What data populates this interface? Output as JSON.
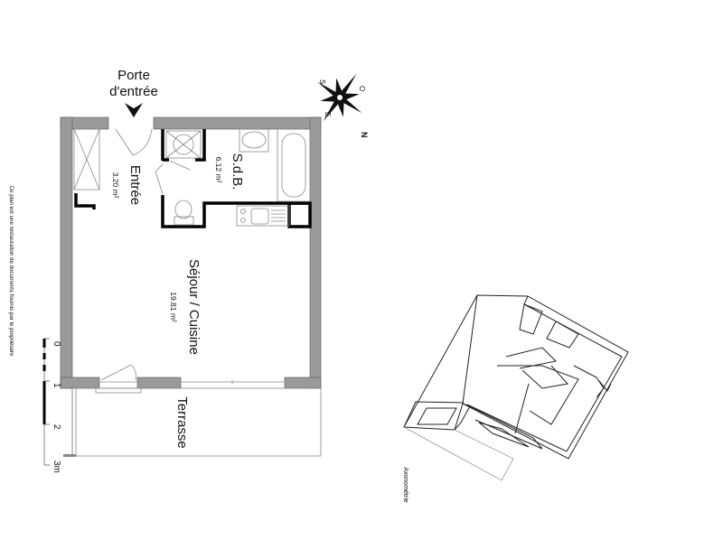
{
  "plan": {
    "entrance_label_line1": "Porte",
    "entrance_label_line2": "d'entrée",
    "rooms": [
      {
        "name": "Entrée",
        "area": "3.20 m²"
      },
      {
        "name": "S.d.B.",
        "area": "6.12 m²"
      },
      {
        "name": "Séjour / Cuisine",
        "area": "19.81 m²"
      },
      {
        "name": "Terrasse"
      }
    ]
  },
  "compass": {
    "letters": [
      "S",
      "O",
      "E",
      "N"
    ]
  },
  "scale": {
    "ticks": [
      "0",
      "1",
      "2",
      "3m"
    ]
  },
  "side_note": "Ce plan est une restauration de documents fournis par le propriétaire",
  "axonometry_label": "Axonométrie",
  "colors": {
    "wall": "#9a9a9a",
    "partition": "#000000",
    "fixture": "#888888"
  }
}
